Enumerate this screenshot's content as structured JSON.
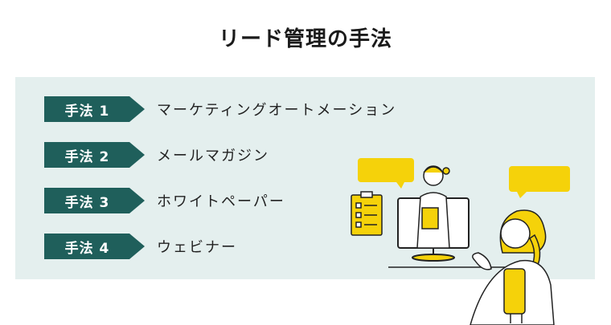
{
  "title": "リード管理の手法",
  "methods": [
    {
      "tag": "手法 1",
      "label": "マーケティングオートメーション"
    },
    {
      "tag": "手法 2",
      "label": "メールマガジン"
    },
    {
      "tag": "手法 3",
      "label": "ホワイトペーパー"
    },
    {
      "tag": "手法 4",
      "label": "ウェビナー"
    }
  ],
  "colors": {
    "panel_bg": "#e4efee",
    "tag_bg": "#1f5f5b",
    "accent_yellow": "#f5d20a"
  }
}
